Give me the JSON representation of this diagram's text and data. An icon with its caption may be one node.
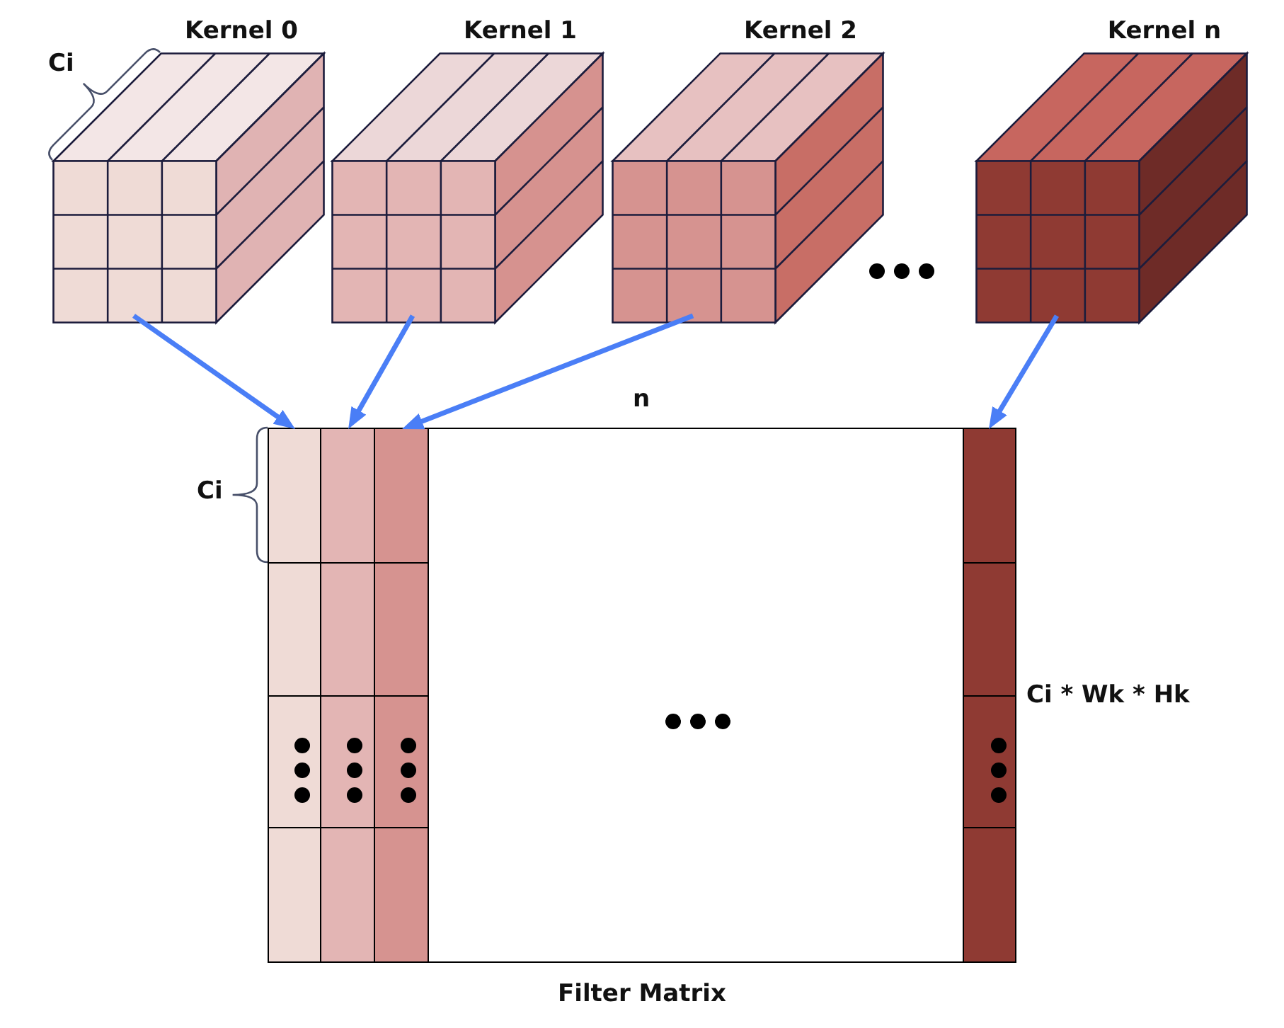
{
  "diagram": {
    "nodes": [
      {
        "text": [
          "Kernel 0"
        ]
      },
      {
        "text": [
          "Kernel 1"
        ]
      },
      {
        "text": [
          "Kernel 2"
        ]
      },
      {
        "text": [
          "Kernel n"
        ]
      },
      {
        "text": [
          "Filter Matrix"
        ]
      },
      {
        "text": [],
        "shape": "bar",
        "in": 4
      },
      {
        "text": [],
        "shape": "bar",
        "in": 4
      },
      {
        "text": [],
        "shape": "bar",
        "in": 4
      },
      {
        "text": [],
        "shape": "bar",
        "in": 4
      }
    ],
    "edges": [
      {
        "from": 0,
        "to": 5,
        "arrow": "to"
      },
      {
        "from": 1,
        "to": 6,
        "arrow": "to"
      },
      {
        "from": 2,
        "to": 7,
        "arrow": "to"
      },
      {
        "from": 3,
        "to": 8,
        "arrow": "to"
      }
    ],
    "labels": [
      "Ci",
      "n",
      "Ci",
      "Ci * Wk * Hk"
    ]
  }
}
